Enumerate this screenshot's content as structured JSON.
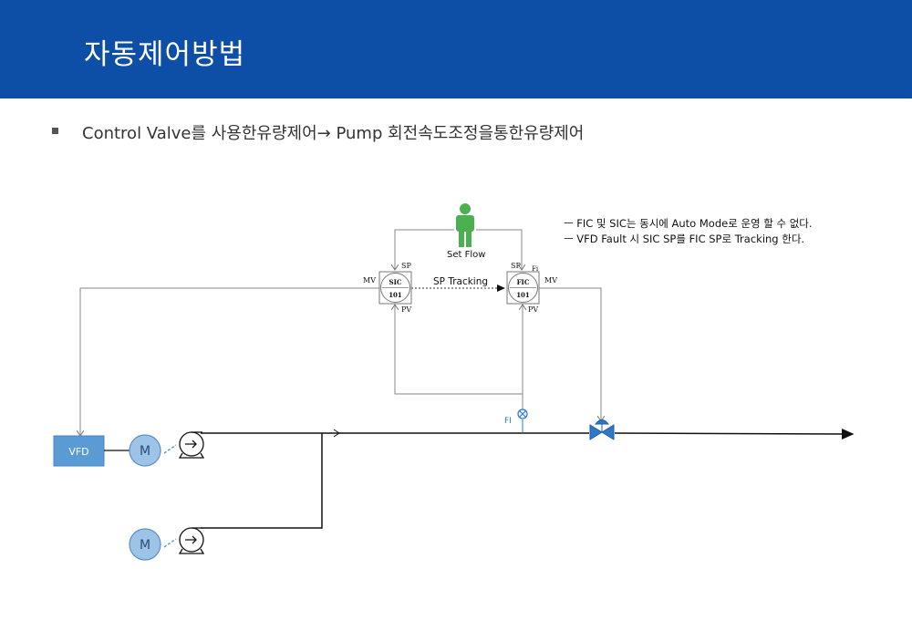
{
  "header": {
    "title": "자동제어방법"
  },
  "bullet": {
    "text": "Control Valve를 사용한유량제어→ Pump 회전속도조정을통한유량제어"
  },
  "notes": [
    "ㅡ FIC 및 SIC는 동시에 Auto Mode로 운영 할 수 없다.",
    "ㅡ VFD Fault 시 SIC SP를 FIC SP로 Tracking 한다."
  ],
  "diagram": {
    "operator_label": "Set Flow",
    "sic": {
      "tag": "SIC",
      "number": "101",
      "sp": "SP",
      "pv": "PV",
      "mv": "MV"
    },
    "fic": {
      "tag": "FIC",
      "number": "101",
      "sp": "SP",
      "pv": "PV",
      "mv": "MV",
      "fi": "Fi"
    },
    "tracking_label": "SP Tracking",
    "flow_element_label": "FI",
    "vfd_label": "VFD",
    "motor1_label": "M",
    "motor2_label": "M"
  },
  "colors": {
    "header_bg": "#0d4ea6",
    "vfd_fill": "#5b9bd5",
    "motor_fill": "#9dc3e6",
    "operator_green": "#4caf50",
    "valve_blue": "#2f77c7"
  }
}
